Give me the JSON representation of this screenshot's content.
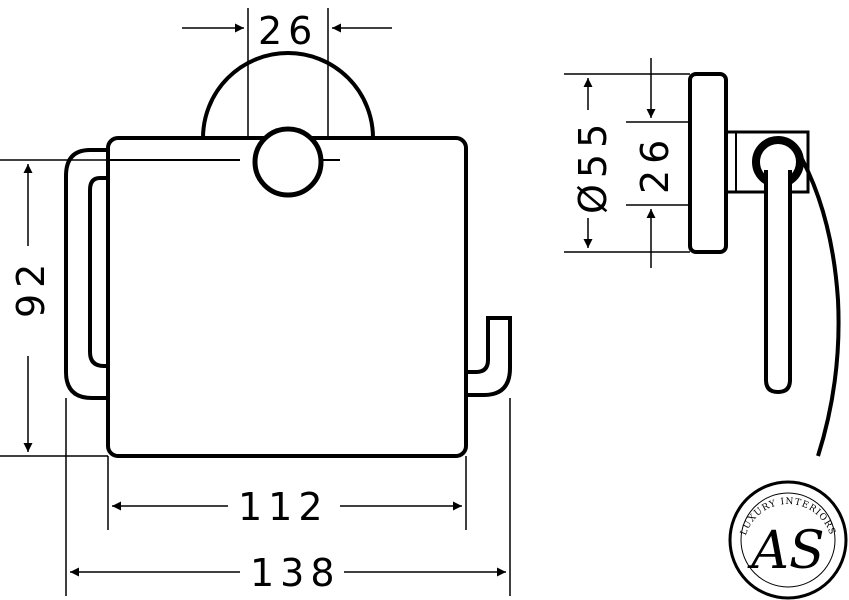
{
  "dimensions": {
    "top_width": "26",
    "height": "92",
    "inner_width": "112",
    "outer_width": "138",
    "diameter": "Ø55",
    "side_rose": "26"
  },
  "logo": {
    "name": "LUXURY INTERIORS",
    "monogram": "AS"
  }
}
